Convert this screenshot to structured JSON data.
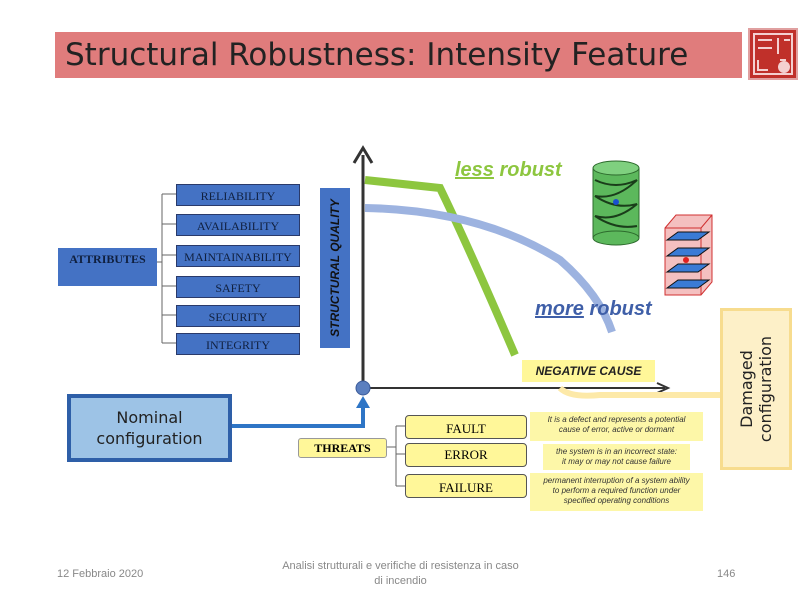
{
  "title": "Structural Robustness: Intensity Feature",
  "logo": {
    "text": "seal logo"
  },
  "attributes": {
    "label": "ATTRIBUTES",
    "items": [
      "RELIABILITY",
      "AVAILABILITY",
      "MAINTAINABILITY",
      "SAFETY",
      "SECURITY",
      "INTEGRITY"
    ]
  },
  "axis": {
    "y_label": "STRUCTURAL QUALITY",
    "x_label": "NEGATIVE CAUSE"
  },
  "curves": {
    "less_prefix": "less",
    "less_suffix": " robust",
    "more_prefix": "more",
    "more_suffix": " robust",
    "green": "#8dc63f",
    "blue": "#9db3e0"
  },
  "nominal": "Nominal configuration",
  "damaged": "Damaged configuration",
  "threats": {
    "label": "THREATS",
    "items": [
      {
        "name": "FAULT",
        "desc": "It is a defect and represents a potential cause of error, active or dormant"
      },
      {
        "name": "ERROR",
        "desc": "the system is in an incorrect state: it may or may not cause failure"
      },
      {
        "name": "FAILURE",
        "desc": "permanent interruption of a system ability to perform a required function under specified operating conditions"
      }
    ]
  },
  "footer": {
    "date": "12 Febbraio 2020",
    "center": "Analisi strutturali e verifiche di resistenza in caso di incendio",
    "page": "146"
  }
}
